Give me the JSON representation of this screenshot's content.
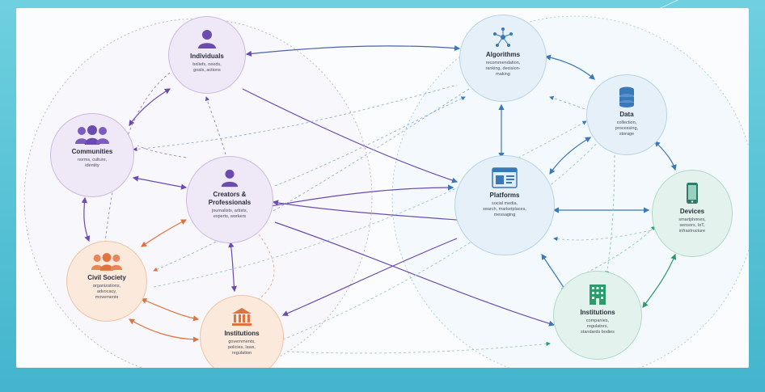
{
  "colors": {
    "purple": "#6b4bb0",
    "orange": "#e0733f",
    "blue": "#3a78b8",
    "green": "#2f9a6a",
    "frame": "#45b8cd"
  },
  "nodes": {
    "individuals": {
      "title": "Individuals",
      "sub": "beliefs, needs,\ngoals, actions",
      "icon": "person-icon"
    },
    "communities": {
      "title": "Communities",
      "sub": "norms, culture,\nidentity",
      "icon": "group-icon"
    },
    "creators": {
      "title": "Creators &\nProfessionals",
      "sub": "journalists, artists,\nexperts, workers",
      "icon": "person-icon"
    },
    "civil_society": {
      "title": "Civil Society",
      "sub": "organizations,\nadvocacy,\nmovements",
      "icon": "group-icon"
    },
    "institutions_left": {
      "title": "Institutions",
      "sub": "governments,\npolicies, laws,\nregulation",
      "icon": "institution-icon"
    },
    "algorithms": {
      "title": "Algorithms",
      "sub": "recommendation,\nranking, decision-\nmaking",
      "icon": "network-icon"
    },
    "data": {
      "title": "Data",
      "sub": "collection,\nprocessing,\nstorage",
      "icon": "database-icon"
    },
    "platforms": {
      "title": "Platforms",
      "sub": "social media,\nsearch, marketplaces,\nmessaging",
      "icon": "browser-window-icon"
    },
    "devices": {
      "title": "Devices",
      "sub": "smartphones,\nsensors, IoT,\ninfrastructure",
      "icon": "smartphone-icon"
    },
    "institutions_right": {
      "title": "Institutions",
      "sub": "companies,\nregulators,\nstandards bodies",
      "icon": "building-icon"
    }
  }
}
